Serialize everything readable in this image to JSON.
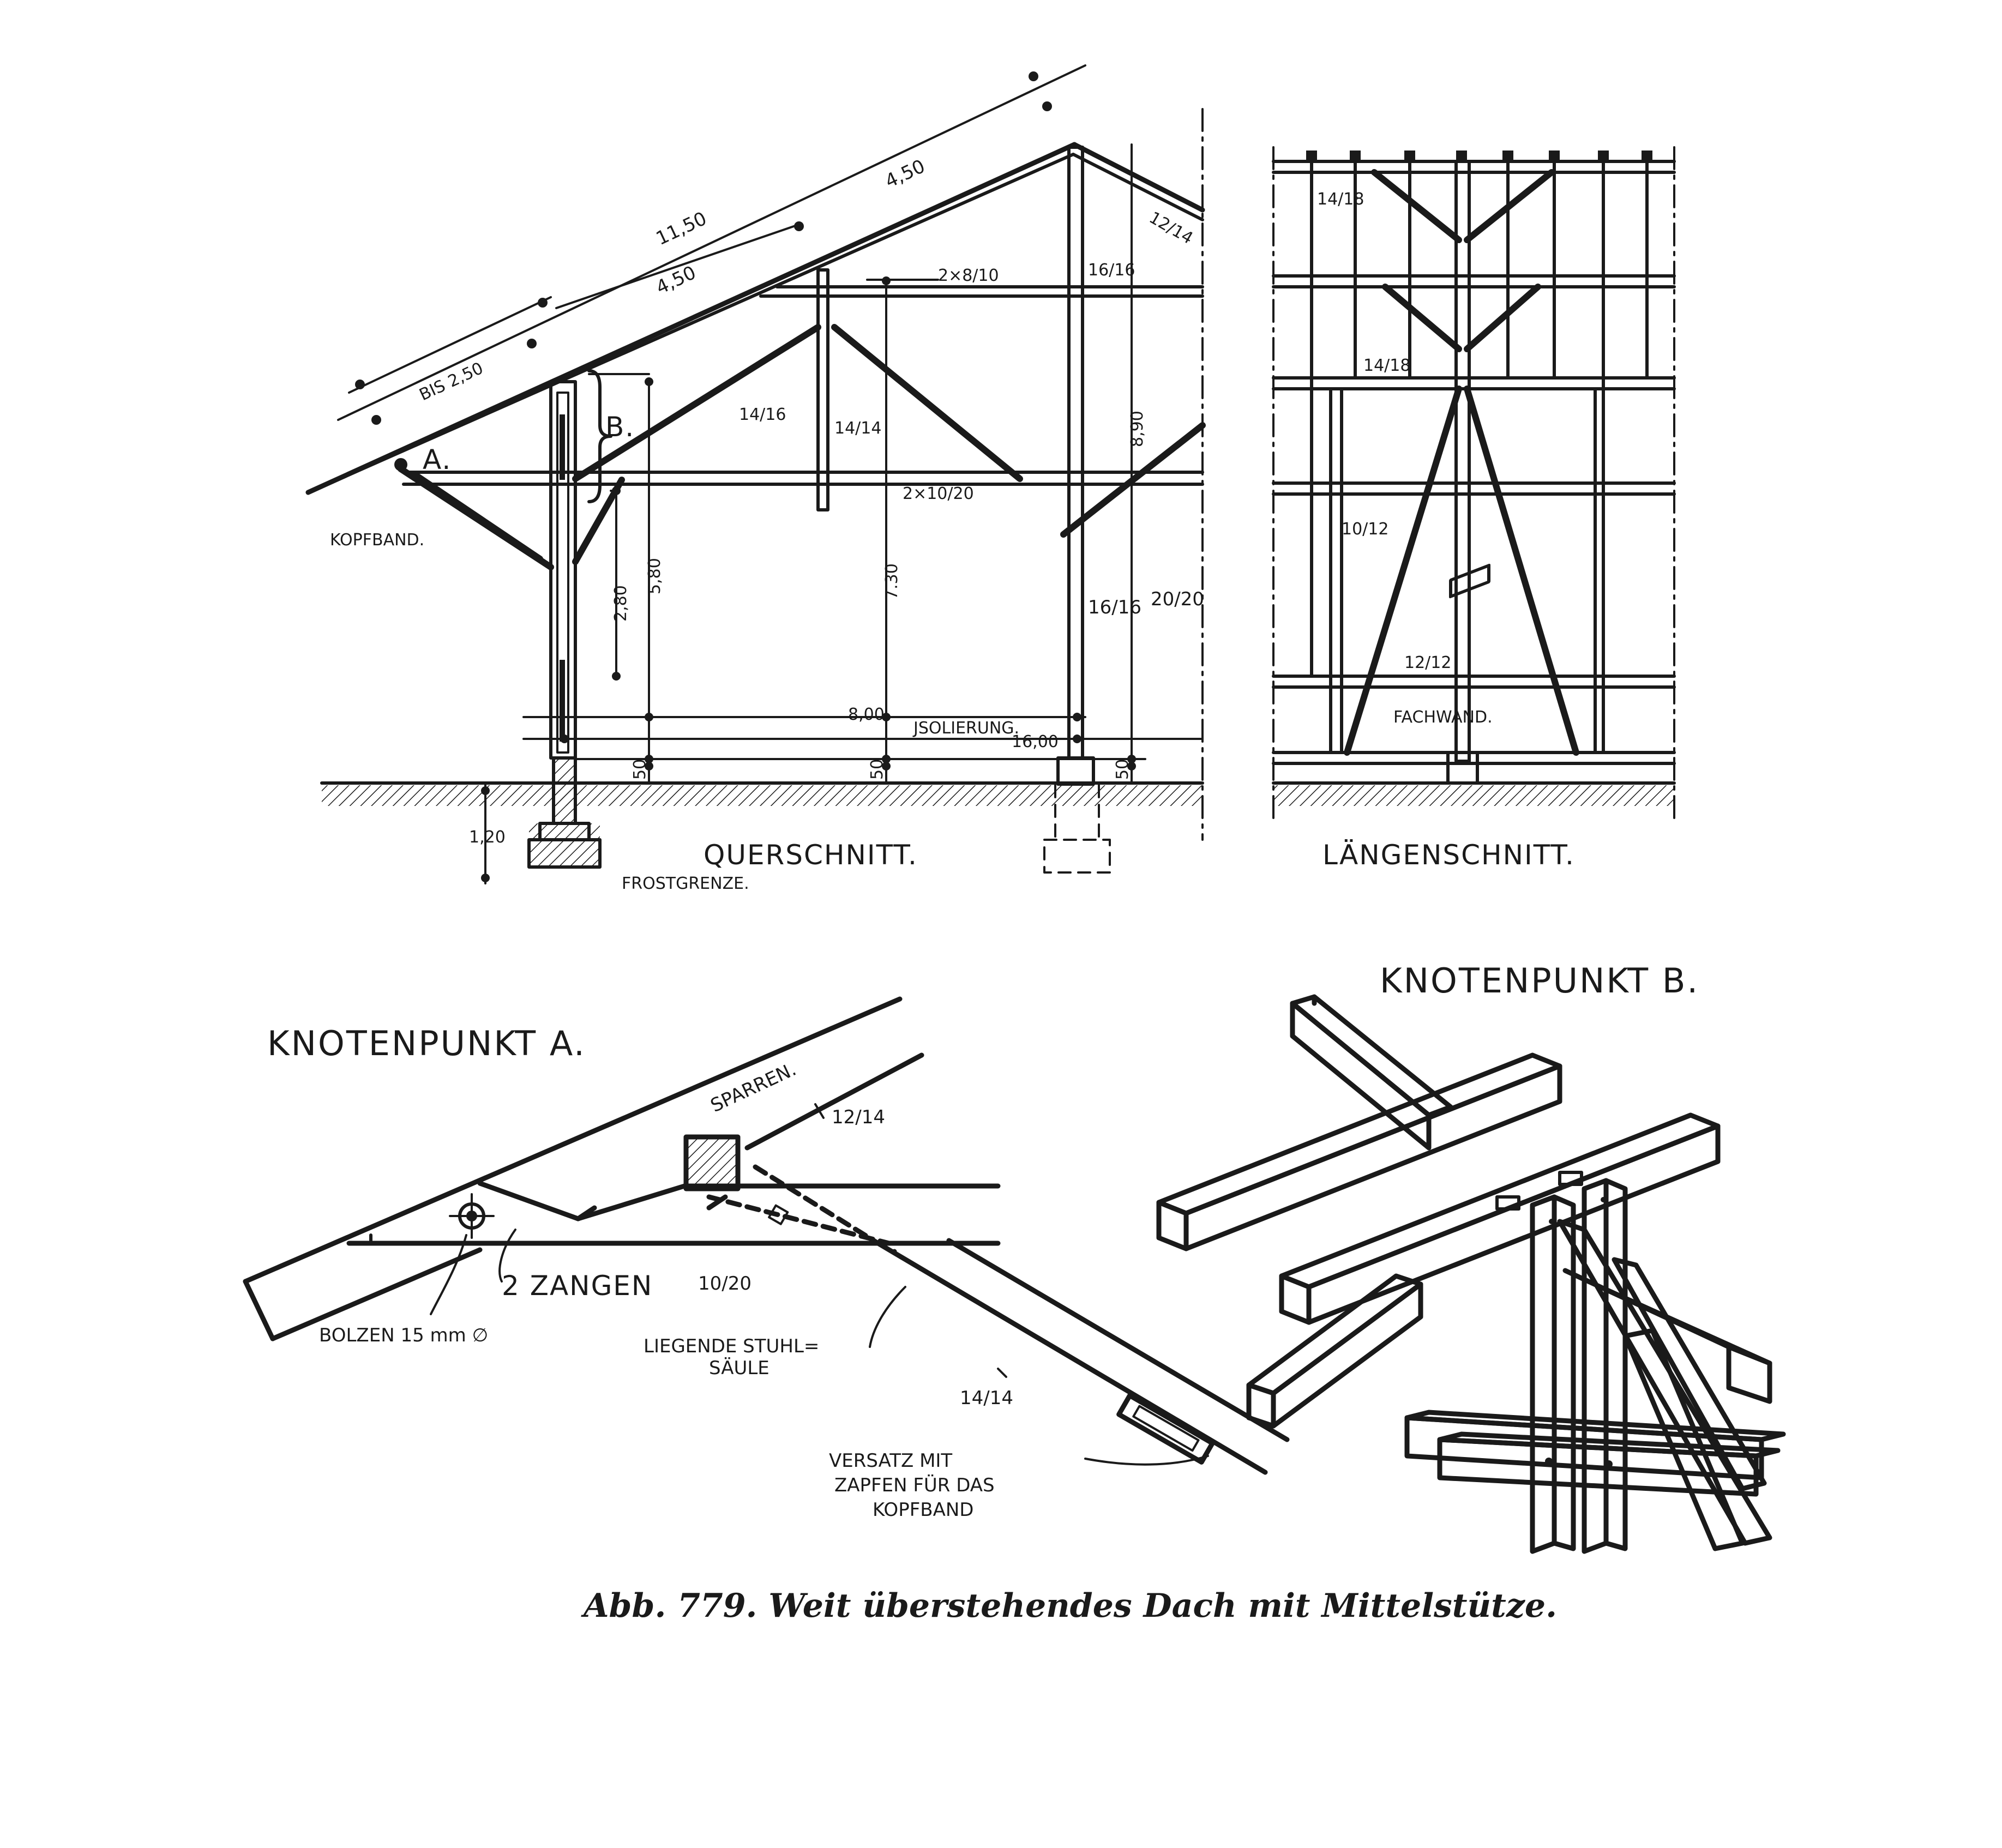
{
  "colors": {
    "ink": "#1a1a1a",
    "paper": "#ffffff"
  },
  "cross_section": {
    "title": "QUERSCHNITT.",
    "dims": {
      "d_11_50": "11,50",
      "d_4_50_upper": "4,50",
      "d_4_50_lower": "4,50",
      "d_bis_2_50": "BIS 2,50",
      "d_8_90": "8,90",
      "d_7_30": "7.30",
      "d_5_80": "5,80",
      "d_2_80": "2,80",
      "d_8_00": "8,00",
      "d_16_00": "16,00",
      "d_1_20": "1,20",
      "d_50_a": "50",
      "d_50_b": "50",
      "d_50_c": "50"
    },
    "labels": {
      "kopfband": "KOPFBAND.",
      "frostgrenze": "FROSTGRENZE.",
      "isolierung": "JSOLIERUNG.",
      "node_a": "A.",
      "node_b": "B.",
      "s_2x8_10": "2×8/10",
      "s_16_16": "16/16",
      "s_12_14": "12/14",
      "s_14_16": "14/16",
      "s_14_14": "14/14",
      "s_2x10_20": "2×10/20",
      "s_16_16_b": "16/16",
      "s_20_20": "20/20"
    }
  },
  "long_section": {
    "title": "LÄNGENSCHNITT.",
    "labels": {
      "s_14_18_a": "14/18",
      "s_14_18_b": "14/18",
      "s_10_12": "10/12",
      "s_12_12": "12/12",
      "fachwand": "FACHWAND."
    }
  },
  "node_a": {
    "title": "KNOTENPUNKT A.",
    "labels": {
      "sparren": "SPARREN.",
      "sparren_size": "12/14",
      "zangen": "2 ZANGEN",
      "zangen_size": "10/20",
      "bolzen": "BOLZEN 15 mm ∅",
      "stuhl_1": "LIEGENDE STUHL=",
      "stuhl_2": "SÄULE",
      "stuhl_size": "14/14",
      "versatz_1": "VERSATZ MIT",
      "versatz_2": "ZAPFEN FÜR DAS",
      "versatz_3": "KOPFBAND"
    }
  },
  "node_b": {
    "title": "KNOTENPUNKT B."
  },
  "caption": "Abb. 779.  Weit überstehendes Dach mit Mittelstütze."
}
